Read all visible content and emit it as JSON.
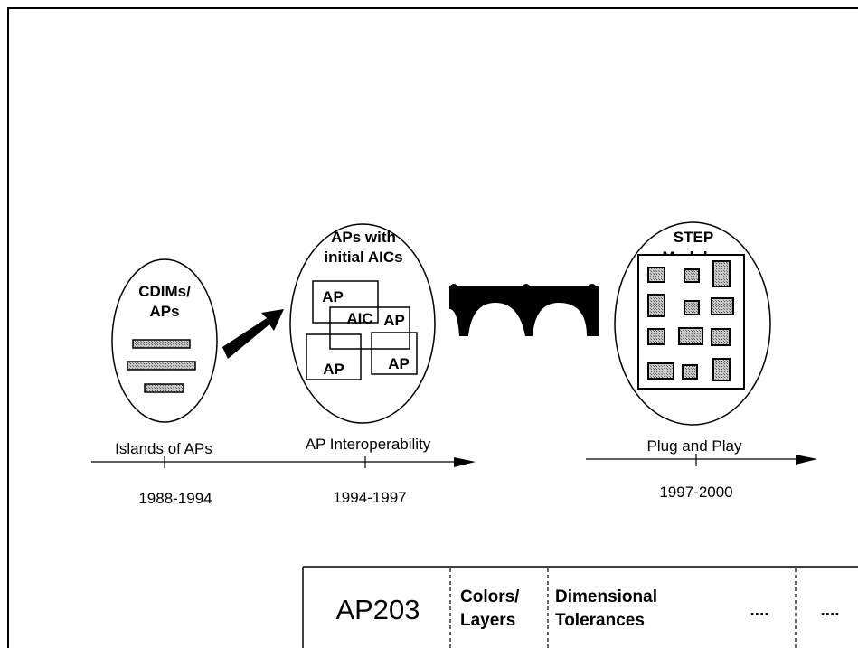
{
  "stages": [
    {
      "title_lines": [
        "CDIMs/",
        "APs"
      ],
      "label": "Islands of APs",
      "years": "1988-1994"
    },
    {
      "title_lines": [
        "APs with",
        "initial AICs"
      ],
      "boxes": [
        "AP",
        "AIC",
        "AP",
        "AP",
        "AP"
      ],
      "label": "AP Interoperability",
      "years": "1994-1997"
    },
    {
      "title_lines": [
        "STEP",
        "Modules"
      ],
      "label": "Plug and Play",
      "years": "1997-2000"
    }
  ],
  "table": {
    "ap_label": "AP203",
    "cells": [
      [
        "Colors/",
        "Layers"
      ],
      [
        "Dimensional",
        "Tolerances"
      ],
      [
        "...."
      ],
      [
        "...."
      ]
    ]
  },
  "colors": {
    "line": "#000000",
    "module_fill": "#a8a8a8",
    "bar_fill": "#a0a0a0"
  }
}
